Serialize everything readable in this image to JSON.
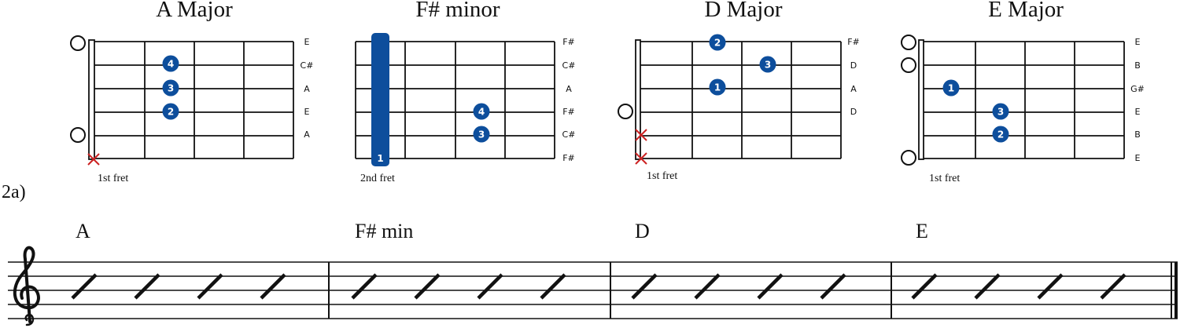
{
  "colors": {
    "dot": "#0d4e9c",
    "mute": "#cc2222",
    "line": "#111111"
  },
  "diagrams": [
    {
      "title": "A Major",
      "fret_label": "1st fret",
      "strings": [
        "E",
        "C#",
        "A",
        "E",
        "A"
      ],
      "open_markers": [
        "open-circle",
        "open-circle"
      ],
      "mute_markers": [
        "x"
      ],
      "fingers": [
        "4",
        "3",
        "2"
      ]
    },
    {
      "title": "F# minor",
      "fret_label": "2nd fret",
      "strings": [
        "F#",
        "C#",
        "A",
        "F#",
        "C#",
        "F#"
      ],
      "barre_finger": "1",
      "fingers": [
        "4",
        "3"
      ]
    },
    {
      "title": "D Major",
      "fret_label": "1st fret",
      "strings": [
        "F#",
        "D",
        "A",
        "D"
      ],
      "open_markers": [
        "open-circle"
      ],
      "mute_markers": [
        "x",
        "x"
      ],
      "fingers": [
        "2",
        "3",
        "1"
      ]
    },
    {
      "title": "E Major",
      "fret_label": "1st fret",
      "strings": [
        "E",
        "B",
        "G#",
        "E",
        "B",
        "E"
      ],
      "open_markers": [
        "open-circle",
        "open-circle",
        "open-circle"
      ],
      "fingers": [
        "1",
        "3",
        "2"
      ]
    }
  ],
  "section_label": "2a)",
  "staff": {
    "clef": "treble-clef",
    "measures": [
      {
        "chord": "A",
        "slashes": 4
      },
      {
        "chord": "F# min",
        "slashes": 4
      },
      {
        "chord": "D",
        "slashes": 4
      },
      {
        "chord": "E",
        "slashes": 4
      }
    ]
  }
}
